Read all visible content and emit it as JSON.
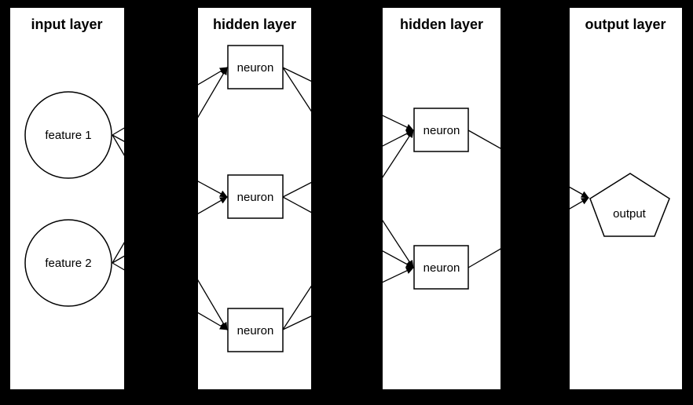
{
  "diagram": {
    "type": "neural-network-architecture",
    "colors": {
      "background": "#000000",
      "panel": "#ffffff",
      "stroke": "#000000",
      "text": "#000000"
    },
    "layers": [
      {
        "title": "input layer",
        "nodes": [
          {
            "id": "feature1",
            "label": "feature 1",
            "shape": "circle"
          },
          {
            "id": "feature2",
            "label": "feature 2",
            "shape": "circle"
          }
        ]
      },
      {
        "title": "hidden layer",
        "nodes": [
          {
            "id": "h1n1",
            "label": "neuron",
            "shape": "rect"
          },
          {
            "id": "h1n2",
            "label": "neuron",
            "shape": "rect"
          },
          {
            "id": "h1n3",
            "label": "neuron",
            "shape": "rect"
          }
        ]
      },
      {
        "title": "hidden layer",
        "nodes": [
          {
            "id": "h2n1",
            "label": "neuron",
            "shape": "rect"
          },
          {
            "id": "h2n2",
            "label": "neuron",
            "shape": "rect"
          }
        ]
      },
      {
        "title": "output layer",
        "nodes": [
          {
            "id": "output",
            "label": "output",
            "shape": "pentagon"
          }
        ]
      }
    ],
    "edges": [
      {
        "from": "feature1",
        "to": "h1n1"
      },
      {
        "from": "feature1",
        "to": "h1n2"
      },
      {
        "from": "feature1",
        "to": "h1n3"
      },
      {
        "from": "feature2",
        "to": "h1n1"
      },
      {
        "from": "feature2",
        "to": "h1n2"
      },
      {
        "from": "feature2",
        "to": "h1n3"
      },
      {
        "from": "h1n1",
        "to": "h2n1"
      },
      {
        "from": "h1n1",
        "to": "h2n2"
      },
      {
        "from": "h1n2",
        "to": "h2n1"
      },
      {
        "from": "h1n2",
        "to": "h2n2"
      },
      {
        "from": "h1n3",
        "to": "h2n1"
      },
      {
        "from": "h1n3",
        "to": "h2n2"
      },
      {
        "from": "h2n1",
        "to": "output"
      },
      {
        "from": "h2n2",
        "to": "output"
      }
    ]
  }
}
